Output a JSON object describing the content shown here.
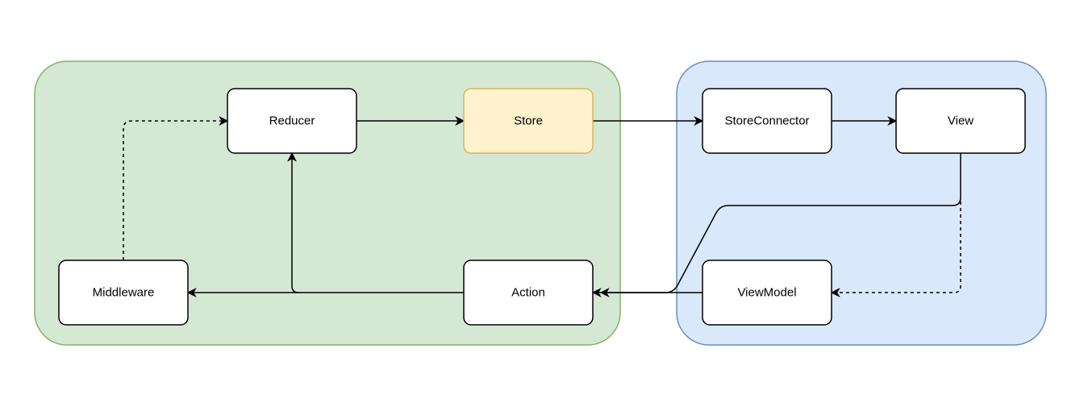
{
  "nodes": {
    "reducer": "Reducer",
    "store": "Store",
    "middleware": "Middleware",
    "action": "Action",
    "store_connector": "StoreConnector",
    "view": "View",
    "view_model": "ViewModel"
  },
  "colors": {
    "left_group_fill": "#d5e8d4",
    "left_group_stroke": "#82b366",
    "right_group_fill": "#dae8fc",
    "right_group_stroke": "#6c8ebf",
    "store_fill": "#fff2cc",
    "store_stroke": "#d6b656",
    "node_fill": "#ffffff",
    "node_stroke": "#000000"
  }
}
